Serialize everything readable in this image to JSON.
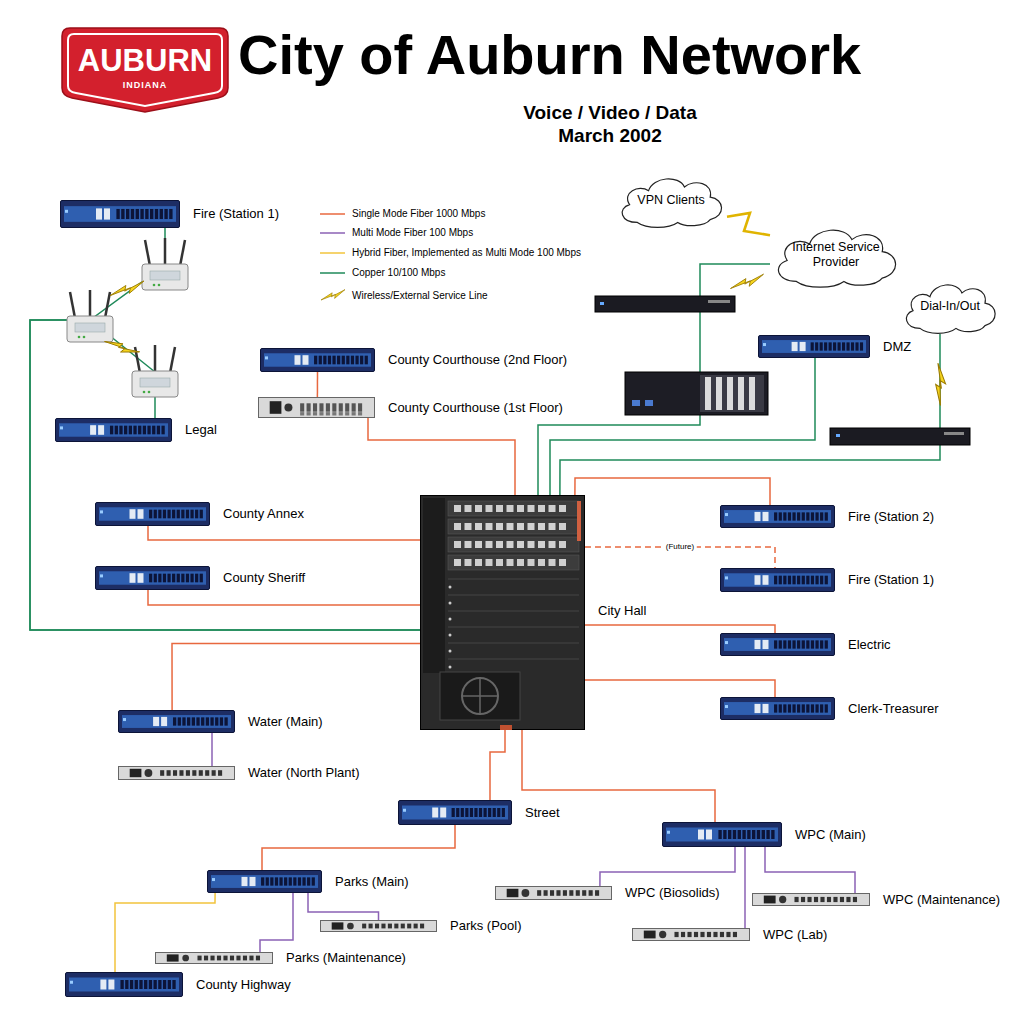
{
  "diagram": {
    "title": "City of Auburn Network",
    "nodes": [
      {
        "text": [
          "Fire (Station 1)"
        ]
      },
      {
        "text": [
          "Legal"
        ]
      },
      {
        "text": [
          "County Courthouse (2nd Floor)"
        ]
      },
      {
        "text": [
          "County Courthouse (1st Floor)"
        ]
      },
      {
        "text": [
          "County Annex"
        ]
      },
      {
        "text": [
          "County Sheriff"
        ]
      },
      {
        "text": [
          "City Hall"
        ]
      },
      {
        "text": [
          "Fire (Station 2)"
        ]
      },
      {
        "text": [
          "Fire (Station 1)"
        ]
      },
      {
        "text": [
          "Electric"
        ]
      },
      {
        "text": [
          "Clerk-Treasurer"
        ]
      },
      {
        "text": [
          "Water (Main)"
        ]
      },
      {
        "text": [
          "Water (North Plant)"
        ]
      },
      {
        "text": [
          "Street"
        ]
      },
      {
        "text": [
          "WPC (Main)"
        ]
      },
      {
        "text": [
          "Parks (Main)"
        ]
      },
      {
        "text": [
          "Parks (Pool)"
        ]
      },
      {
        "text": [
          "Parks (Maintenance)"
        ]
      },
      {
        "text": [
          "County Highway"
        ]
      },
      {
        "text": [
          "WPC (Biosolids)"
        ]
      },
      {
        "text": [
          "WPC (Maintenance)"
        ]
      },
      {
        "text": [
          "WPC (Lab)"
        ]
      },
      {
        "text": [
          "DMZ"
        ]
      },
      {
        "text": [
          "VPN Clients"
        ]
      },
      {
        "text": [
          "Internet Service Provider"
        ]
      },
      {
        "text": [
          "Dial-In/Out"
        ]
      }
    ],
    "edges": [
      {
        "from": 6,
        "to": 0,
        "arrow": "none"
      },
      {
        "from": 6,
        "to": 1,
        "arrow": "none"
      },
      {
        "from": 2,
        "to": 3,
        "arrow": "none"
      },
      {
        "from": 3,
        "to": 6,
        "arrow": "none"
      },
      {
        "from": 4,
        "to": 6,
        "arrow": "none"
      },
      {
        "from": 5,
        "to": 6,
        "arrow": "none"
      },
      {
        "from": 6,
        "to": 7,
        "arrow": "none"
      },
      {
        "from": 6,
        "to": 8,
        "label": "(Future)",
        "arrow": "none"
      },
      {
        "from": 6,
        "to": 9,
        "arrow": "none"
      },
      {
        "from": 6,
        "to": 10,
        "arrow": "none"
      },
      {
        "from": 6,
        "to": 11,
        "arrow": "none"
      },
      {
        "from": 11,
        "to": 12,
        "arrow": "none"
      },
      {
        "from": 6,
        "to": 13,
        "arrow": "none"
      },
      {
        "from": 13,
        "to": 15,
        "arrow": "none"
      },
      {
        "from": 15,
        "to": 16,
        "arrow": "none"
      },
      {
        "from": 15,
        "to": 17,
        "arrow": "none"
      },
      {
        "from": 15,
        "to": 18,
        "arrow": "none"
      },
      {
        "from": 6,
        "to": 14,
        "arrow": "none"
      },
      {
        "from": 14,
        "to": 19,
        "arrow": "none"
      },
      {
        "from": 14,
        "to": 20,
        "arrow": "none"
      },
      {
        "from": 14,
        "to": 21,
        "arrow": "none"
      },
      {
        "from": 22,
        "to": 6,
        "arrow": "none"
      },
      {
        "from": 24,
        "to": 6,
        "arrow": "none"
      },
      {
        "from": 23,
        "to": 24,
        "arrow": "none"
      },
      {
        "from": 25,
        "to": 6,
        "arrow": "none"
      }
    ],
    "labels": [
      "AUBURN",
      "INDIANA",
      "Voice / Video / Data",
      "March 2002"
    ],
    "legend": [
      {
        "text": "Single Mode Fiber 1000 Mbps"
      },
      {
        "text": "Multi Mode Fiber 100 Mbps"
      },
      {
        "text": "Hybrid Fiber, Implemented as Multi Mode 100 Mbps"
      },
      {
        "text": "Copper 10/100 Mbps"
      },
      {
        "text": "Wireless/External Service Line"
      }
    ]
  }
}
